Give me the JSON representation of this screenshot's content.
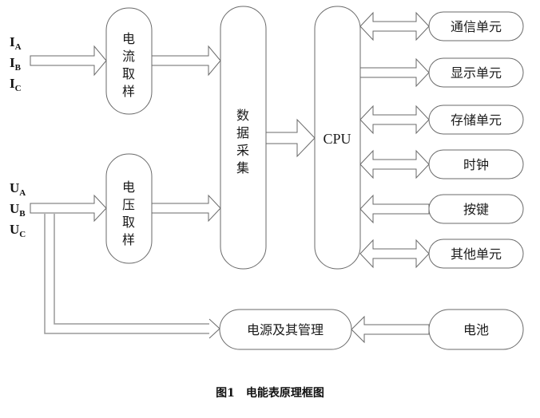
{
  "diagram": {
    "type": "block-diagram",
    "caption": "图1　电能表原理框图",
    "inputs": {
      "current": [
        {
          "main": "I",
          "sub": "A"
        },
        {
          "main": "I",
          "sub": "B"
        },
        {
          "main": "I",
          "sub": "C"
        }
      ],
      "voltage": [
        {
          "main": "U",
          "sub": "A"
        },
        {
          "main": "U",
          "sub": "B"
        },
        {
          "main": "U",
          "sub": "C"
        }
      ]
    },
    "blocks": {
      "current_sampling": "电流取样",
      "voltage_sampling": "电压取样",
      "data_acquisition": "数据采集",
      "cpu": "CPU",
      "power_management": "电源及其管理",
      "battery": "电池"
    },
    "peripherals": [
      {
        "label": "通信单元",
        "direction": "bidirectional"
      },
      {
        "label": "显示单元",
        "direction": "cpu-to-unit"
      },
      {
        "label": "存储单元",
        "direction": "bidirectional"
      },
      {
        "label": "时钟",
        "direction": "bidirectional"
      },
      {
        "label": "按键",
        "direction": "unit-to-cpu"
      },
      {
        "label": "其他单元",
        "direction": "bidirectional"
      }
    ],
    "connections": [
      {
        "from": "I_A,I_B,I_C",
        "to": "电流取样"
      },
      {
        "from": "U_A,U_B,U_C",
        "to": "电压取样"
      },
      {
        "from": "电流取样",
        "to": "数据采集"
      },
      {
        "from": "电压取样",
        "to": "数据采集"
      },
      {
        "from": "数据采集",
        "to": "CPU"
      },
      {
        "from": "U_A,U_B,U_C",
        "to": "电源及其管理"
      },
      {
        "from": "电池",
        "to": "电源及其管理"
      }
    ]
  }
}
